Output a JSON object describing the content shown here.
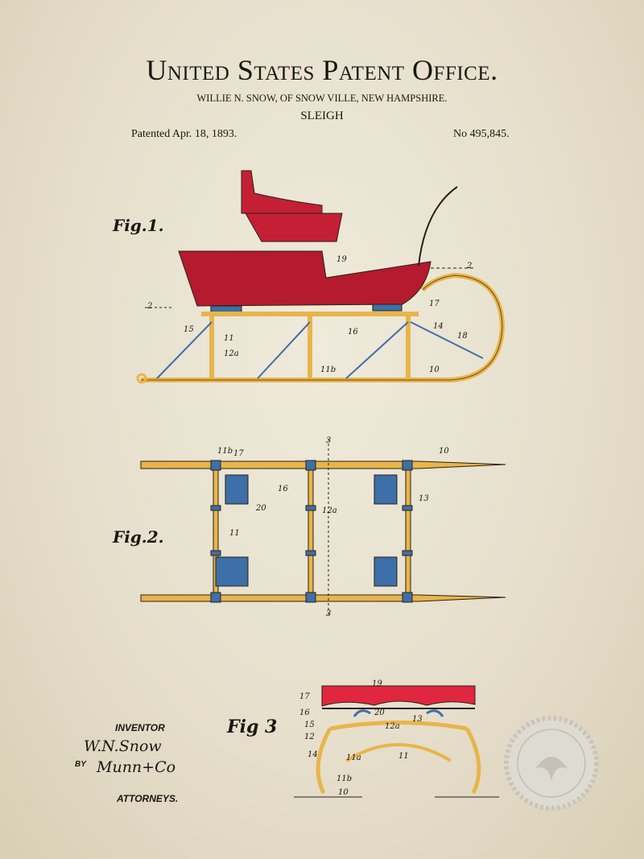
{
  "header": {
    "title": "United States Patent Office.",
    "inventor_line": "WILLIE N. SNOW, OF SNOW VILLE, NEW HAMPSHIRE.",
    "subject": "SLEIGH",
    "patented": "Patented  Apr. 18, 1893.",
    "number": "No 495,845."
  },
  "figures": {
    "fig1": "Fig.1.",
    "fig2": "Fig.2.",
    "fig3": "Fig 3"
  },
  "signature": {
    "inventor_label": "INVENTOR",
    "inventor_signature": "W.N.Snow",
    "by": "BY",
    "attorney_signature": "Munn+Co",
    "attorneys_label": "ATTORNEYS."
  },
  "reference_numerals": {
    "fig1": [
      "19",
      "2",
      "2",
      "17",
      "15",
      "14",
      "11",
      "18",
      "12a",
      "11b",
      "10",
      "16"
    ],
    "fig2": [
      "11b",
      "17",
      "3",
      "10",
      "16",
      "20",
      "13",
      "12a",
      "11",
      "3"
    ],
    "fig3": [
      "19",
      "17",
      "16",
      "15",
      "12",
      "20",
      "13",
      "12a",
      "11",
      "14",
      "11a",
      "11b",
      "10"
    ]
  },
  "colors": {
    "red": "#c41f35",
    "gold": "#e8b54a",
    "blue": "#3d6fa8",
    "paper": "#e8e2d0"
  }
}
